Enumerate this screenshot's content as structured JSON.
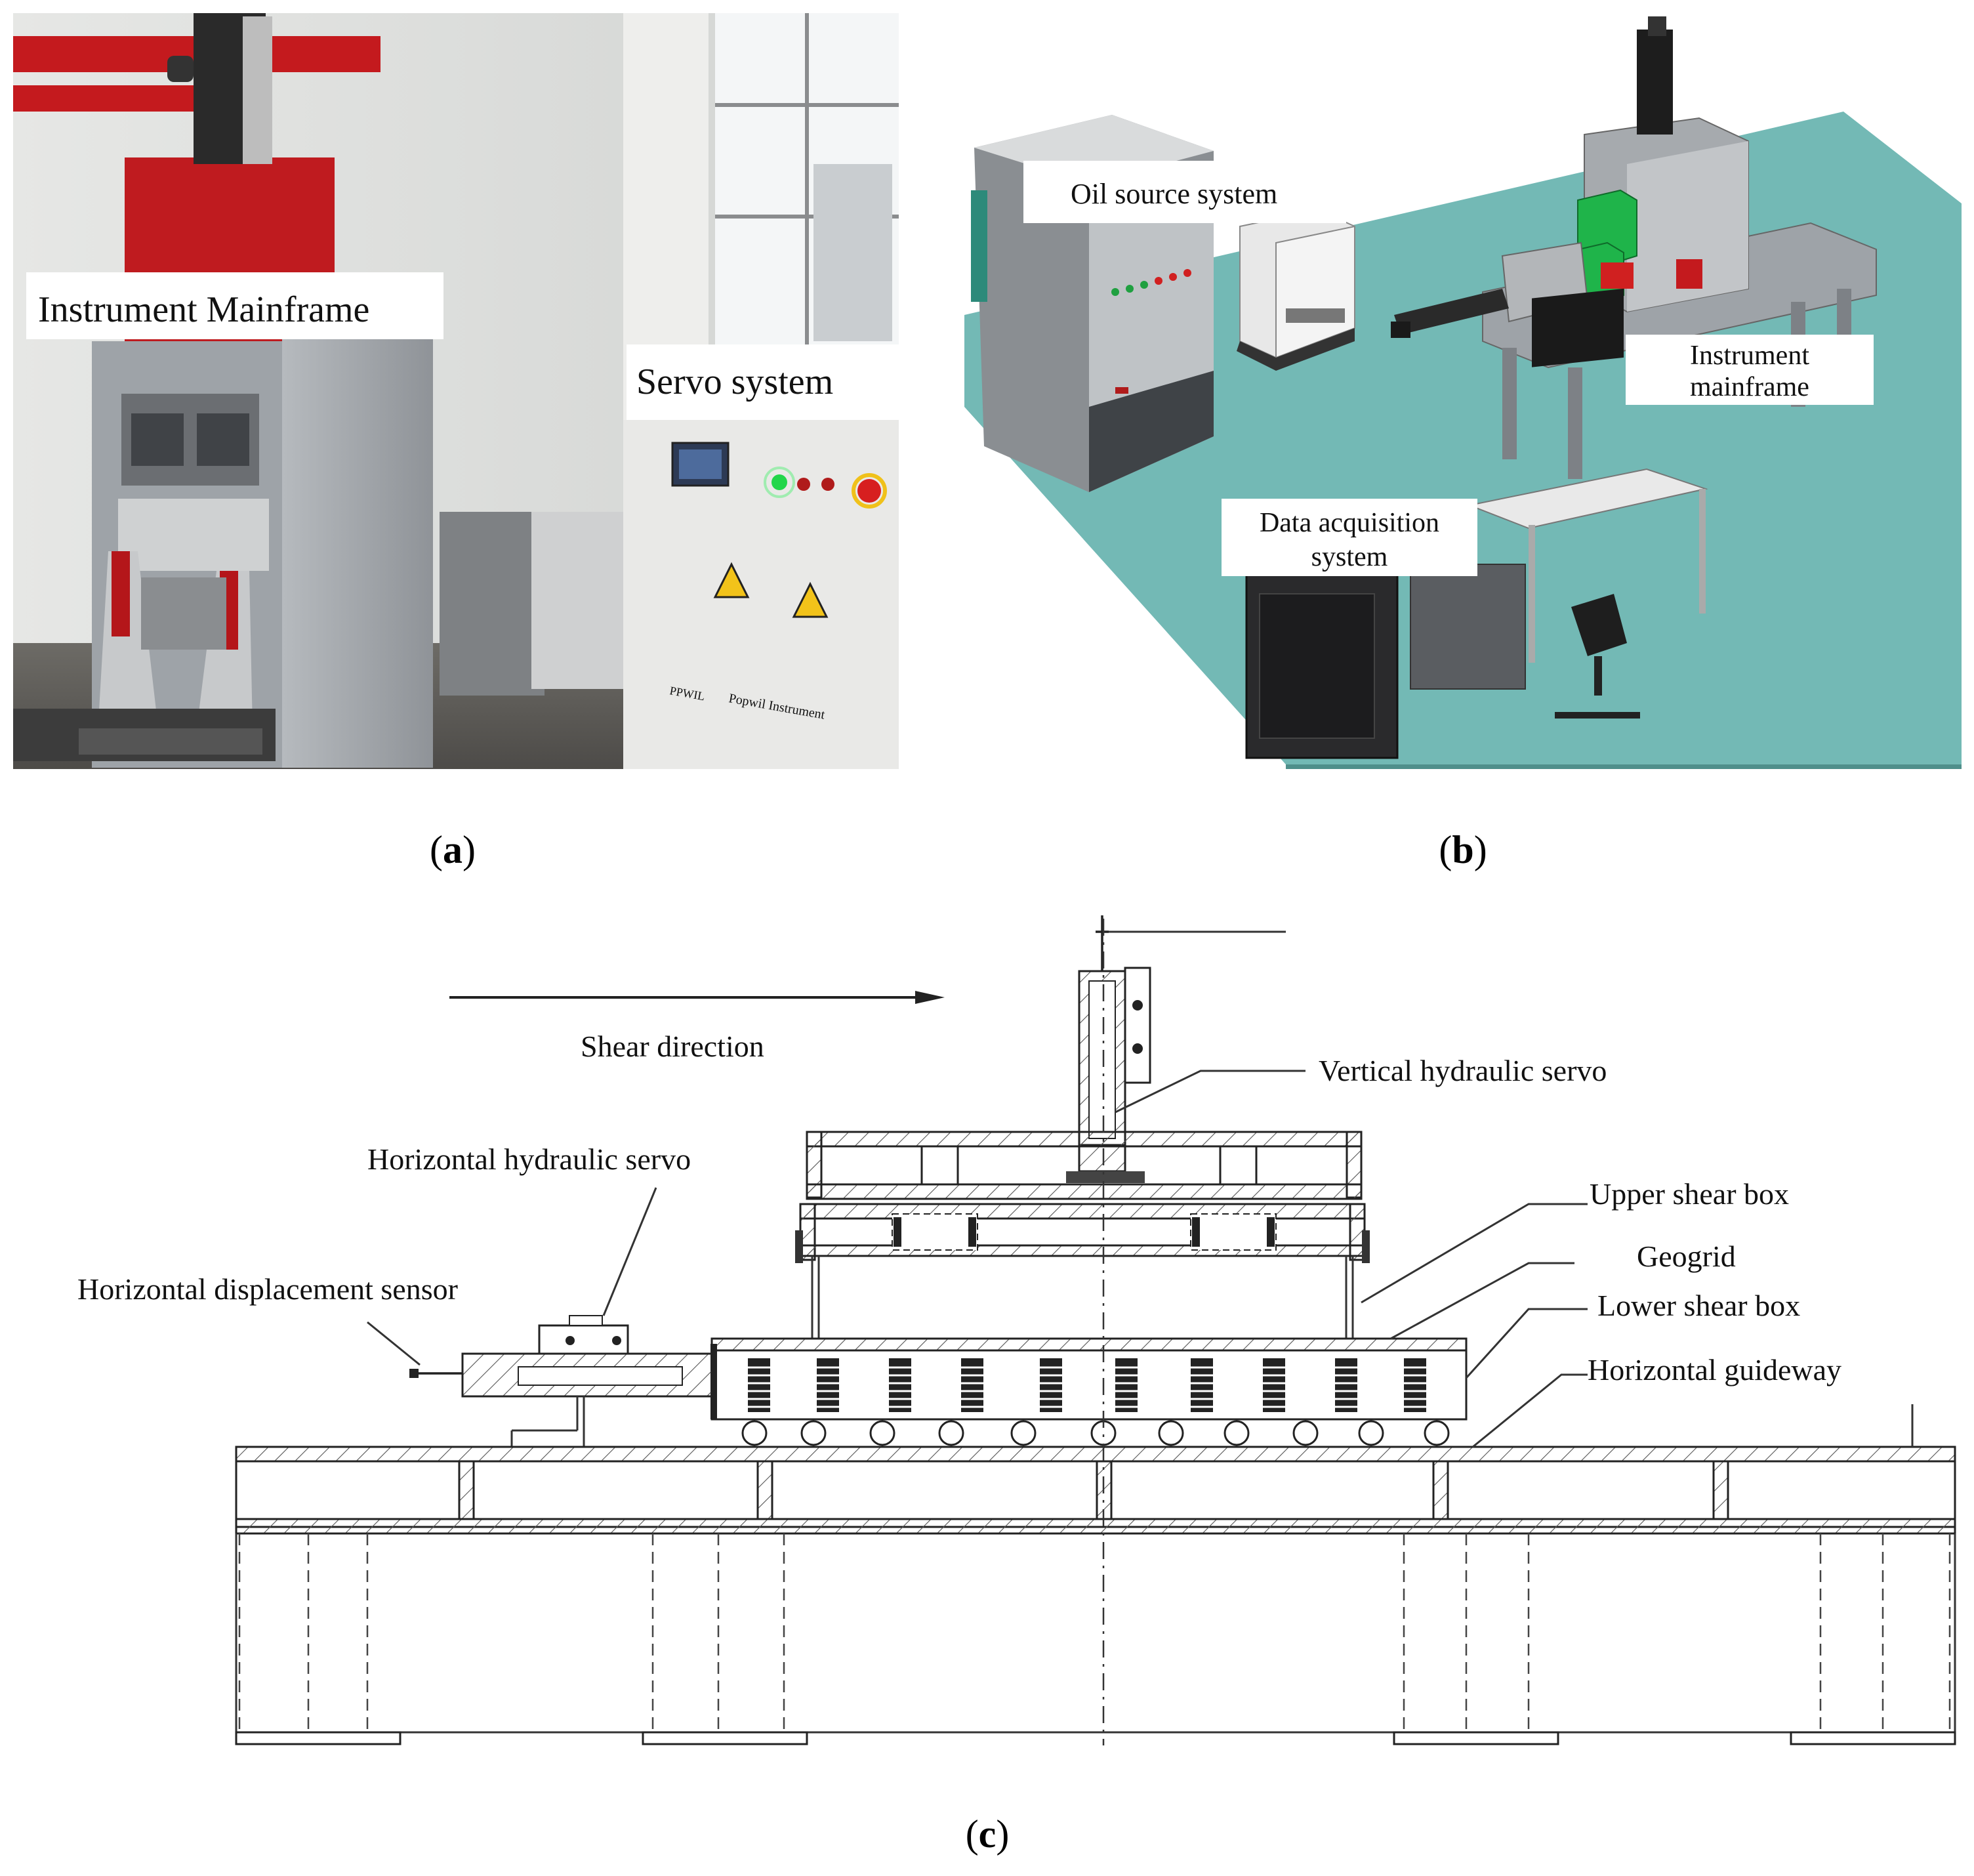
{
  "panel_a": {
    "label_mainframe": "Instrument Mainframe",
    "label_servo": "Servo system",
    "cabinet_brand": "Popwil Instrument",
    "caption": "a"
  },
  "panel_b": {
    "label_oil": "Oil source system",
    "label_mainframe_1": "Instrument",
    "label_mainframe_2": "mainframe",
    "label_data_1": "Data acquisition",
    "label_data_2": "system",
    "caption": "b"
  },
  "panel_c": {
    "shear_direction": "Shear direction",
    "vertical_servo": "Vertical hydraulic servo",
    "horizontal_servo": "Horizontal hydraulic servo",
    "horizontal_sensor": "Horizontal displacement sensor",
    "upper_box": "Upper shear box",
    "geogrid": "Geogrid",
    "lower_box": "Lower shear box",
    "guideway": "Horizontal guideway",
    "caption": "c"
  },
  "colors": {
    "table_teal": "#73b9b5",
    "servo_green": "#1fb44a",
    "mainframe_red": "#c41a1e",
    "machine_grey": "#a9aeb3",
    "warning_yellow": "#f2c31a"
  }
}
